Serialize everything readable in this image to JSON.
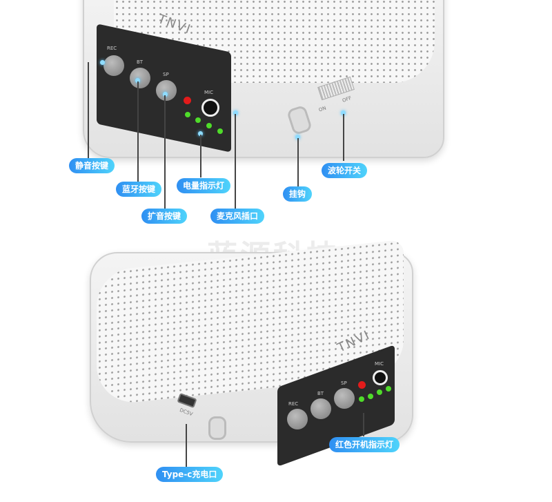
{
  "watermark": "蓝源科技",
  "top_device": {
    "brand": "TNVI",
    "buttons": [
      "REC",
      "BT",
      "SP"
    ],
    "jack_label": "MIC",
    "switch_labels": {
      "on": "ON",
      "off": "OFF"
    }
  },
  "bottom_device": {
    "brand": "TNVI",
    "buttons": [
      "REC",
      "BT",
      "SP"
    ],
    "jack_label": "MIC",
    "port_label": "DC5V"
  },
  "callouts_top": {
    "mute": "静音按键",
    "bluetooth": "蓝牙按键",
    "amplify": "扩音按键",
    "battery": "电量指示灯",
    "mic_jack": "麦克风插口",
    "hook": "挂钩",
    "switch": "波轮开关"
  },
  "callouts_bottom": {
    "power_led": "红色开机指示灯",
    "charging": "Type-c充电口"
  },
  "colors": {
    "callout_start": "#2f8ff2",
    "callout_end": "#4fd3fb",
    "led_green": "#4fdc2a",
    "led_red": "#e21b1b"
  }
}
